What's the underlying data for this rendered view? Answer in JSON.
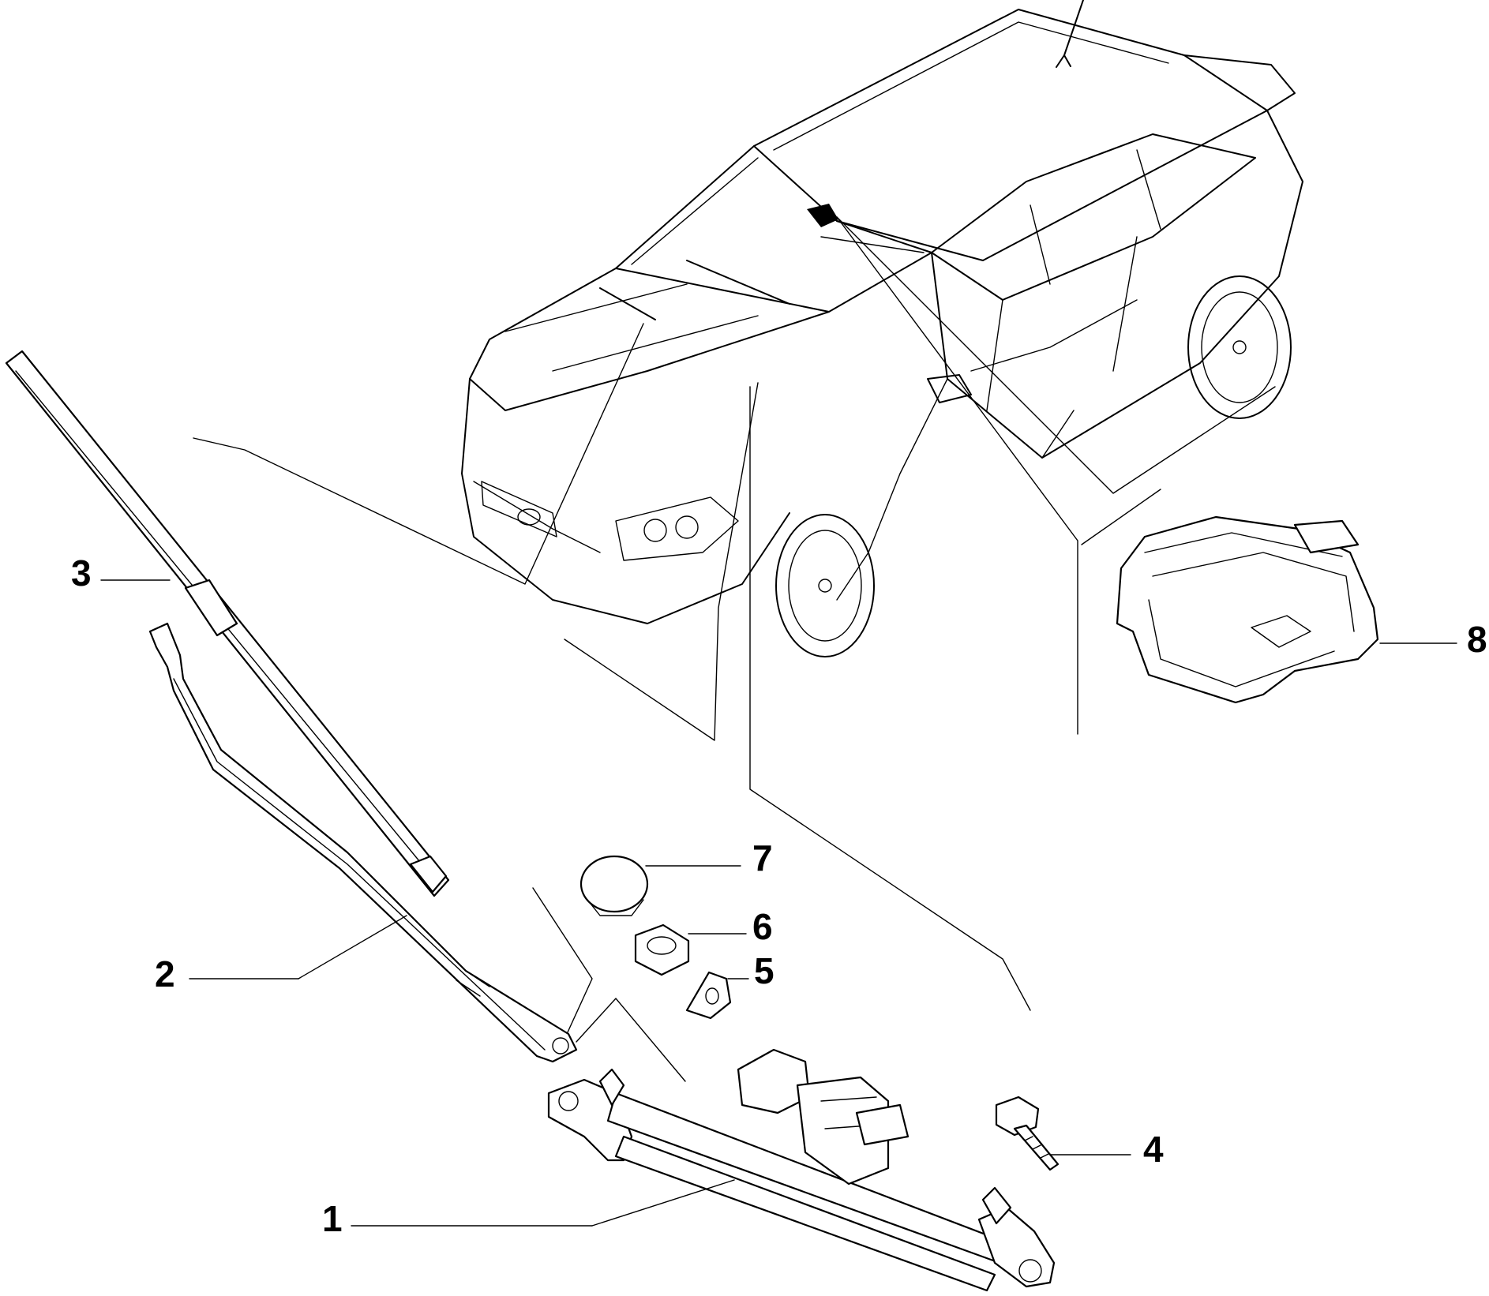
{
  "diagram": {
    "callouts": [
      {
        "id": "part-1",
        "number": "1"
      },
      {
        "id": "part-2",
        "number": "2"
      },
      {
        "id": "part-3",
        "number": "3"
      },
      {
        "id": "part-4",
        "number": "4"
      },
      {
        "id": "part-5",
        "number": "5"
      },
      {
        "id": "part-6",
        "number": "6"
      },
      {
        "id": "part-7",
        "number": "7"
      },
      {
        "id": "part-8",
        "number": "8"
      }
    ]
  }
}
